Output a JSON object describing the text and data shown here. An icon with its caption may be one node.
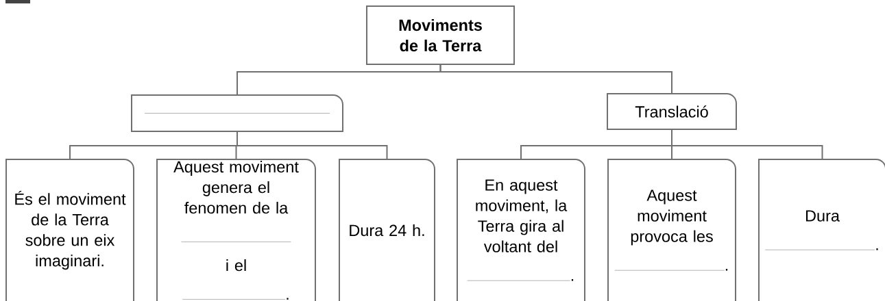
{
  "diagram": {
    "nodes": [
      {
        "text": [
          "Moviments de la Terra"
        ]
      },
      {
        "text": [],
        "shape": "box"
      },
      {
        "text": [
          "Translació"
        ]
      },
      {
        "text": [
          "És el moviment de la Terra sobre un eix imaginari."
        ]
      },
      {
        "text": [
          "Aquest moviment genera el fenomen de la",
          "i el",
          "."
        ]
      },
      {
        "text": [
          "Dura 24 h."
        ]
      },
      {
        "text": [
          "En aquest moviment, la Terra gira al voltant del",
          "."
        ]
      },
      {
        "text": [
          "Aquest moviment provoca les",
          "."
        ]
      },
      {
        "text": [
          "Dura",
          "."
        ]
      }
    ],
    "edges": [
      {
        "from": 0,
        "to": 1,
        "arrow": "none"
      },
      {
        "from": 0,
        "to": 2,
        "arrow": "none"
      },
      {
        "from": 1,
        "to": 3,
        "arrow": "none"
      },
      {
        "from": 1,
        "to": 4,
        "arrow": "none"
      },
      {
        "from": 1,
        "to": 5,
        "arrow": "none"
      },
      {
        "from": 2,
        "to": 6,
        "arrow": "none"
      },
      {
        "from": 2,
        "to": 7,
        "arrow": "none"
      },
      {
        "from": 2,
        "to": 8,
        "arrow": "none"
      }
    ]
  }
}
